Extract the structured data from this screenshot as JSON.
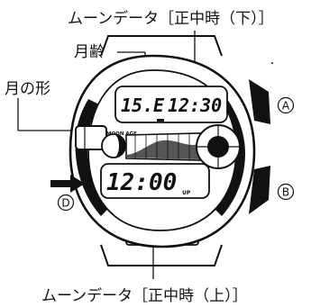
{
  "annotations": {
    "moon_data_bottom_label": "ムーンデータ［正中時（下）］",
    "moon_age_label": "月齢",
    "moon_shape_label": "月の形",
    "moon_data_top_label": "ムーンデータ［正中時（上）］"
  },
  "watch": {
    "upper_display": {
      "date": "15.",
      "moon_age_digit": "E",
      "time": "12:30"
    },
    "moon_age_caption": "MOON AGE",
    "lower_display": {
      "time": "12:00",
      "indicator": "UP"
    },
    "buttons": {
      "a": "A",
      "b": "B",
      "d": "D"
    }
  }
}
